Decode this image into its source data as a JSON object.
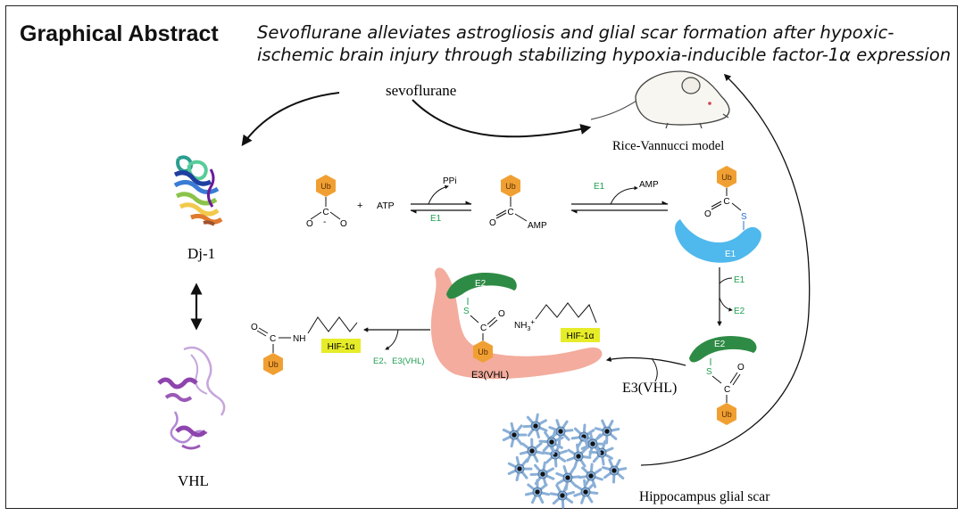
{
  "header": {
    "title": "Graphical Abstract",
    "subtitle_line1": "Sevoflurane alleviates astrogliosis and glial scar formation after hypoxic-",
    "subtitle_line2": "ischemic brain injury through stabilizing hypoxia-inducible factor-1α expression"
  },
  "labels": {
    "sevoflurane": "sevoflurane",
    "rice_vannucci": "Rice-Vannucci model",
    "dj1": "Dj-1",
    "vhl": "VHL",
    "hippocampus": "Hippocampus glial scar",
    "e3_vhl_large": "E3(VHL)"
  },
  "reaction": {
    "ub": "Ub",
    "plus": "+",
    "atp": "ATP",
    "ppi": "PPi",
    "e1": "E1",
    "amp": "AMP",
    "o": "O",
    "c": "C",
    "s": "S",
    "minus": "-",
    "e2": "E2",
    "e3_vhl": "E3(VHL)",
    "e2_e3": "E2、E3(VHL)",
    "nh3": "NH",
    "nh3_sub": "3",
    "nh3_sup": "+",
    "nh": "NH",
    "hif": "HIF-1α"
  },
  "colors": {
    "ub_orange": "#f0a033",
    "e1_blue": "#4fb8ec",
    "e2_green": "#2e8b45",
    "e3_salmon": "#f2a898",
    "hif_yellow": "#e6ec28",
    "green_text": "#1e9e50",
    "astrocyte_blue": "#8ab0d8"
  }
}
